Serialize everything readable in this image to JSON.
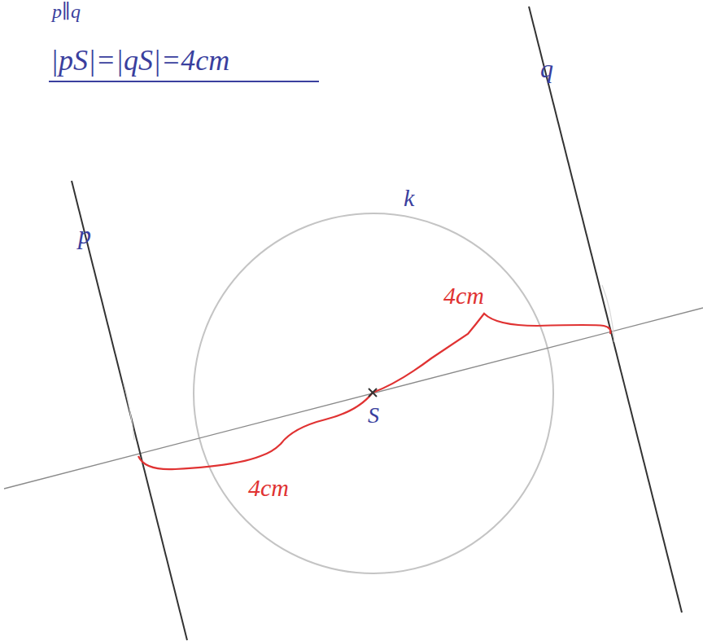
{
  "diagram": {
    "labels": [
      "p∥q",
      "|pS|=|qS|=4cm",
      "k",
      "p",
      "q",
      "S",
      "4cm",
      "4cm"
    ]
  }
}
